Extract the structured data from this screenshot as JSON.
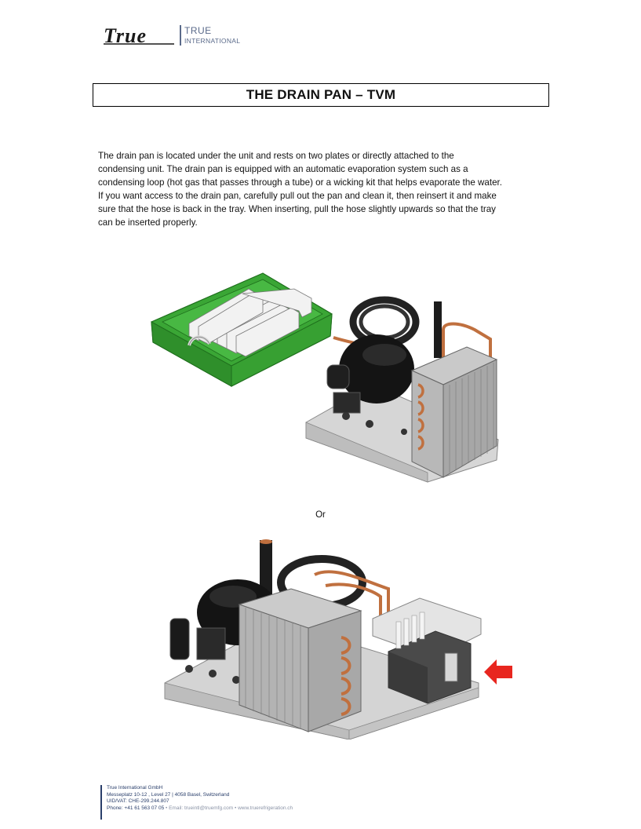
{
  "header": {
    "logo_script": "True",
    "logo_line1": "TRUE",
    "logo_line2": "INTERNATIONAL"
  },
  "title": "THE DRAIN PAN – TVM",
  "body": {
    "lines": [
      "The drain pan is located under the unit and rests on two plates or directly attached to the",
      "condensing unit. The drain pan is equipped with an automatic evaporation system such as a",
      "condensing loop (hot gas that passes through a tube) or a wicking kit that helps evaporate the water.",
      "If you want access to the drain pan, carefully pull out the pan and clean it, then reinsert it and make",
      "sure that the hose is back in the tray. When inserting, pull the hose slightly upwards so that the tray",
      "can be inserted properly."
    ]
  },
  "separator": "Or",
  "colors": {
    "drain_pan_green": "#3aa635",
    "arrow_red": "#e8261f",
    "copper": "#c0703f",
    "brand_blue": "#2a3f6b"
  },
  "footer": {
    "company": "True International GmbH",
    "address": "Messeplatz 10-12 , Level 27 | 4058 Basel, Switzerland",
    "vat": "UID/VAT: CHE-299.244.807",
    "phone": "Phone: +41 61 563 07 05",
    "contact": " • Email: trueintl@truemfg.com • www.truerefrigeration.ch"
  }
}
